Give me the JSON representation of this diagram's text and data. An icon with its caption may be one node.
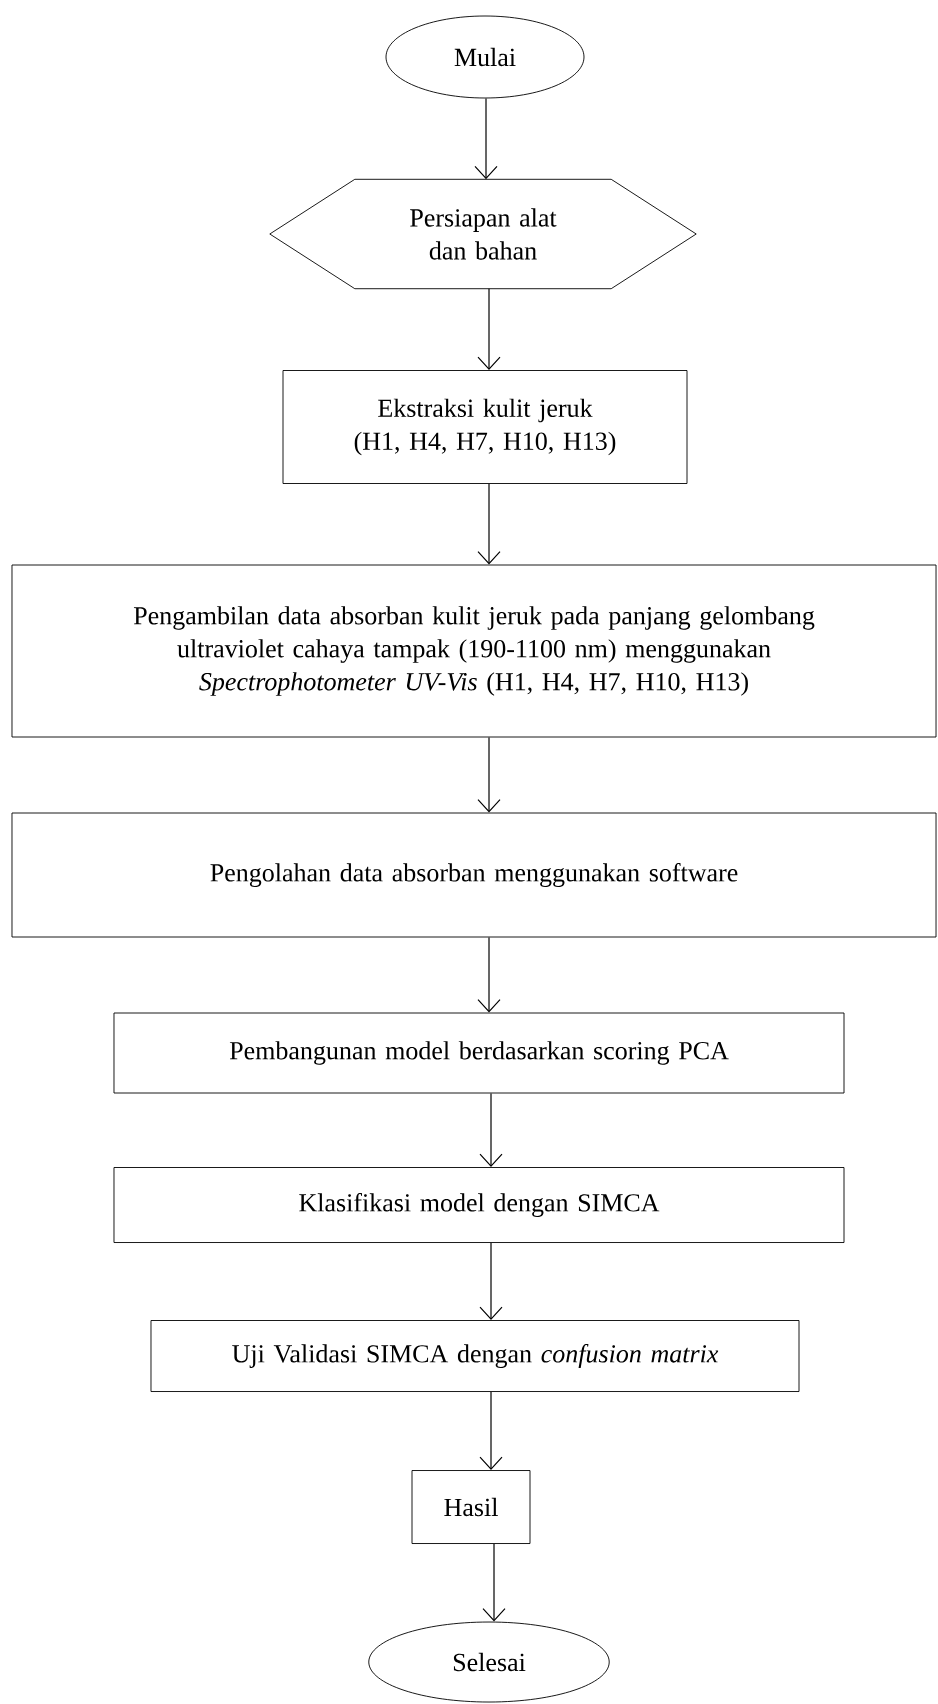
{
  "diagram": {
    "nodes": [
      {
        "text": [
          "Mulai"
        ]
      },
      {
        "text": [
          "Persiapan alat dan bahan"
        ]
      },
      {
        "text": [
          "Ekstraksi kulit jeruk (H1, H4, H7, H10, H13)"
        ]
      },
      {
        "text": [
          "Pengambilan data absorban kulit jeruk pada panjang gelombang ultraviolet cahaya tampak (190-1100 nm) menggunakan *Spectrophotometer UV-Vis* (H1, H4, H7, H10, H13)"
        ]
      },
      {
        "text": [
          "Pengolahan data absorban menggunakan software"
        ]
      },
      {
        "text": [
          "Pembangunan model berdasarkan scoring PCA"
        ]
      },
      {
        "text": [
          "Klasifikasi model dengan SIMCA"
        ]
      },
      {
        "text": [
          "Uji Validasi SIMCA dengan *confusion matrix*"
        ]
      },
      {
        "text": [
          "Hasil"
        ]
      },
      {
        "text": [
          "Selesai"
        ]
      }
    ],
    "edges": [
      {
        "from": 0,
        "to": 1,
        "arrow": "to"
      },
      {
        "from": 1,
        "to": 2,
        "arrow": "to"
      },
      {
        "from": 2,
        "to": 3,
        "arrow": "to"
      },
      {
        "from": 3,
        "to": 4,
        "arrow": "to"
      },
      {
        "from": 4,
        "to": 5,
        "arrow": "to"
      },
      {
        "from": 5,
        "to": 6,
        "arrow": "to"
      },
      {
        "from": 6,
        "to": 7,
        "arrow": "to"
      },
      {
        "from": 7,
        "to": 8,
        "arrow": "to"
      },
      {
        "from": 8,
        "to": 9,
        "arrow": "to"
      }
    ]
  }
}
